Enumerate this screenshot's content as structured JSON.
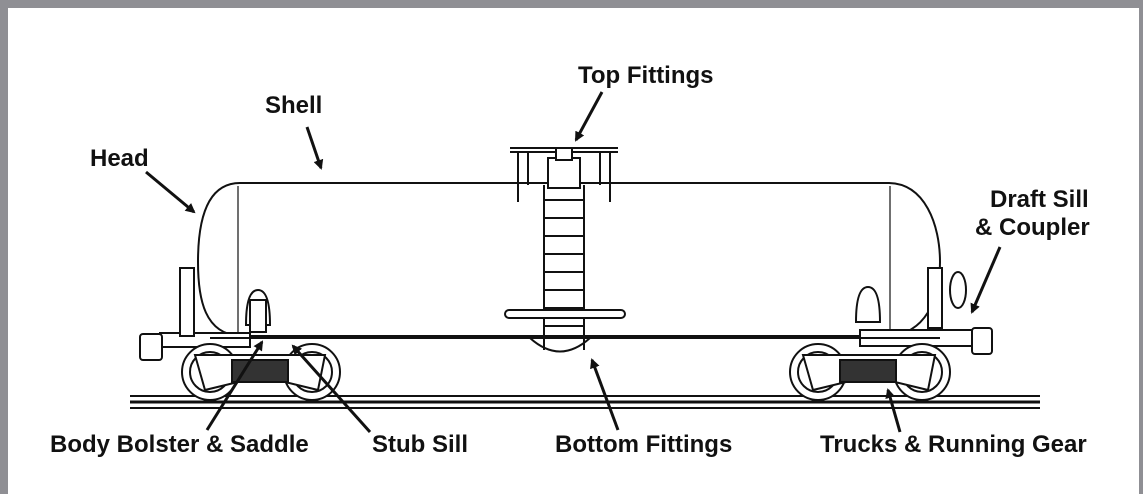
{
  "labels": {
    "top_fittings": "Top Fittings",
    "shell": "Shell",
    "head": "Head",
    "draft_sill_line1": "Draft Sill",
    "draft_sill_line2": "& Coupler",
    "body_bolster": "Body Bolster & Saddle",
    "stub_sill": "Stub Sill",
    "bottom_fittings": "Bottom Fittings",
    "trucks": "Trucks & Running Gear"
  },
  "colors": {
    "frame": "#8f8f94",
    "ink": "#111111"
  }
}
